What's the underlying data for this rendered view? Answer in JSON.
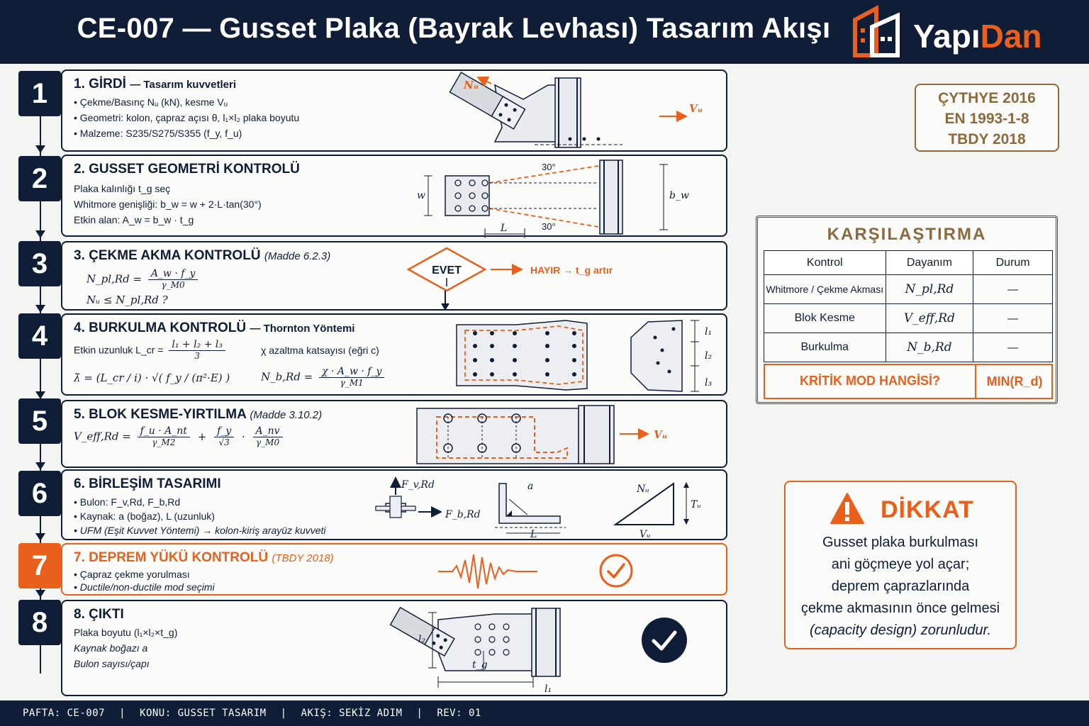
{
  "header": {
    "title": "CE-007 — Gusset Plaka (Bayrak Levhası) Tasarım Akışı",
    "logo_a": "Yapı",
    "logo_b": "Dan"
  },
  "steps": [
    {
      "n": "1",
      "title": "1. GİRDİ",
      "subtitle": "— Tasarım kuvvetleri",
      "lines": [
        "•  Çekme/Basınç Nᵤ (kN), kesme Vᵤ",
        "•  Geometri: kolon, çapraz açısı θ, l₁×l₂ plaka boyutu",
        "•  Malzeme: S235/S275/S355 (f_y, f_u)"
      ]
    },
    {
      "n": "2",
      "title": "2. GUSSET GEOMETRİ KONTROLÜ",
      "lines": [
        "Plaka kalınlığı t_g seç",
        "Whitmore genişliği:  b_w = w + 2·L·tan(30°)",
        "Etkin alan:  A_w = b_w · t_g"
      ]
    },
    {
      "n": "3",
      "title": "3. ÇEKME AKMA KONTROLÜ",
      "ref": "(Madde 6.2.3)",
      "f1_lhs": "N_pl,Rd =",
      "f1_num": "A_w · f_y",
      "f1_den": "γ_M0",
      "f2": "Nᵤ ≤ N_pl,Rd ?",
      "yes": "EVET",
      "no": "HAYIR → t_g artır"
    },
    {
      "n": "4",
      "title": "4. BURKULMA KONTROLÜ",
      "subtitle": "— Thornton Yöntemi",
      "l1": "Etkin uzunluk  L_cr =",
      "l1_num": "l₁ + l₂ + l₃",
      "l1_den": "3",
      "l2": "χ azaltma katsayısı (eğri c)",
      "lambda": "λ̄ = (L_cr / i) · √( f_y / (π²·E) )",
      "nb_lhs": "N_b,Rd =",
      "nb_num": "χ · A_w · f_y",
      "nb_den": "γ_M1"
    },
    {
      "n": "5",
      "title": "5. BLOK KESME-YIRTILMA",
      "ref": "(Madde 3.10.2)",
      "v_lhs": "V_eff,Rd =",
      "v_n1": "f_u · A_nt",
      "v_d1": "γ_M2",
      "v_plus": "+",
      "v_n2": "f_y",
      "v_d2": "√3",
      "v_dot": "·",
      "v_n3": "A_nv",
      "v_d3": "γ_M0"
    },
    {
      "n": "6",
      "title": "6. BİRLEŞİM TASARIMI",
      "lines": [
        "•  Bulon:  F_v,Rd,  F_b,Rd",
        "•  Kaynak:  a (boğaz),  L (uzunluk)",
        "•  UFM (Eşit Kuvvet Yöntemi)  →  kolon-kiriş arayüz kuvveti"
      ]
    },
    {
      "n": "7",
      "title": "7. DEPREM YÜKÜ KONTROLÜ",
      "ref": "(TBDY 2018)",
      "lines": [
        "•  Çapraz çekme yorulması",
        "•  Ductile/non-ductile mod seçimi"
      ]
    },
    {
      "n": "8",
      "title": "8. ÇIKTI",
      "lines": [
        "Plaka boyutu (l₁×l₂×t_g)",
        "Kaynak boğazı a",
        "Bulon sayısı/çapı"
      ]
    }
  ],
  "diagram_labels": {
    "nu": "Nᵤ",
    "vu": "Vᵤ",
    "w": "w",
    "bw": "b_w",
    "L": "L",
    "deg30": "30°",
    "l1": "l₁",
    "l2": "l₂",
    "l3": "l₃",
    "fv": "F_v,Rd",
    "fb": "F_b,Rd",
    "a": "a",
    "tu": "Tᵤ",
    "tg": "t_g"
  },
  "codes": [
    "ÇYTHYE 2016",
    "EN 1993-1-8",
    "TBDY 2018"
  ],
  "comparison": {
    "title": "KARŞILAŞTIRMA",
    "headers": [
      "Kontrol",
      "Dayanım",
      "Durum"
    ],
    "rows": [
      {
        "k": "Whitmore / Çekme Akması",
        "d": "N_pl,Rd",
        "s": "—"
      },
      {
        "k": "Blok Kesme",
        "d": "V_eff,Rd",
        "s": "—"
      },
      {
        "k": "Burkulma",
        "d": "N_b,Rd",
        "s": "—"
      }
    ],
    "critical_q": "KRİTİK MOD HANGİSİ?",
    "critical_min": "MIN(R_d)"
  },
  "warning": {
    "title": "DİKKAT",
    "lines": [
      "Gusset plaka burkulması",
      "ani göçmeye yol açar;",
      "deprem çaprazlarında",
      "çekme akmasının önce gelmesi",
      "(capacity design) zorunludur."
    ]
  },
  "footer": {
    "pafta": "PAFTA:  CE-007",
    "konu": "KONU: GUSSET TASARIM",
    "akis": "AKIŞ: SEKİZ ADIM",
    "rev": "REV: 01"
  },
  "colors": {
    "navy": "#0f1e36",
    "orange": "#e8601c",
    "bronze": "#8a6a3e"
  }
}
